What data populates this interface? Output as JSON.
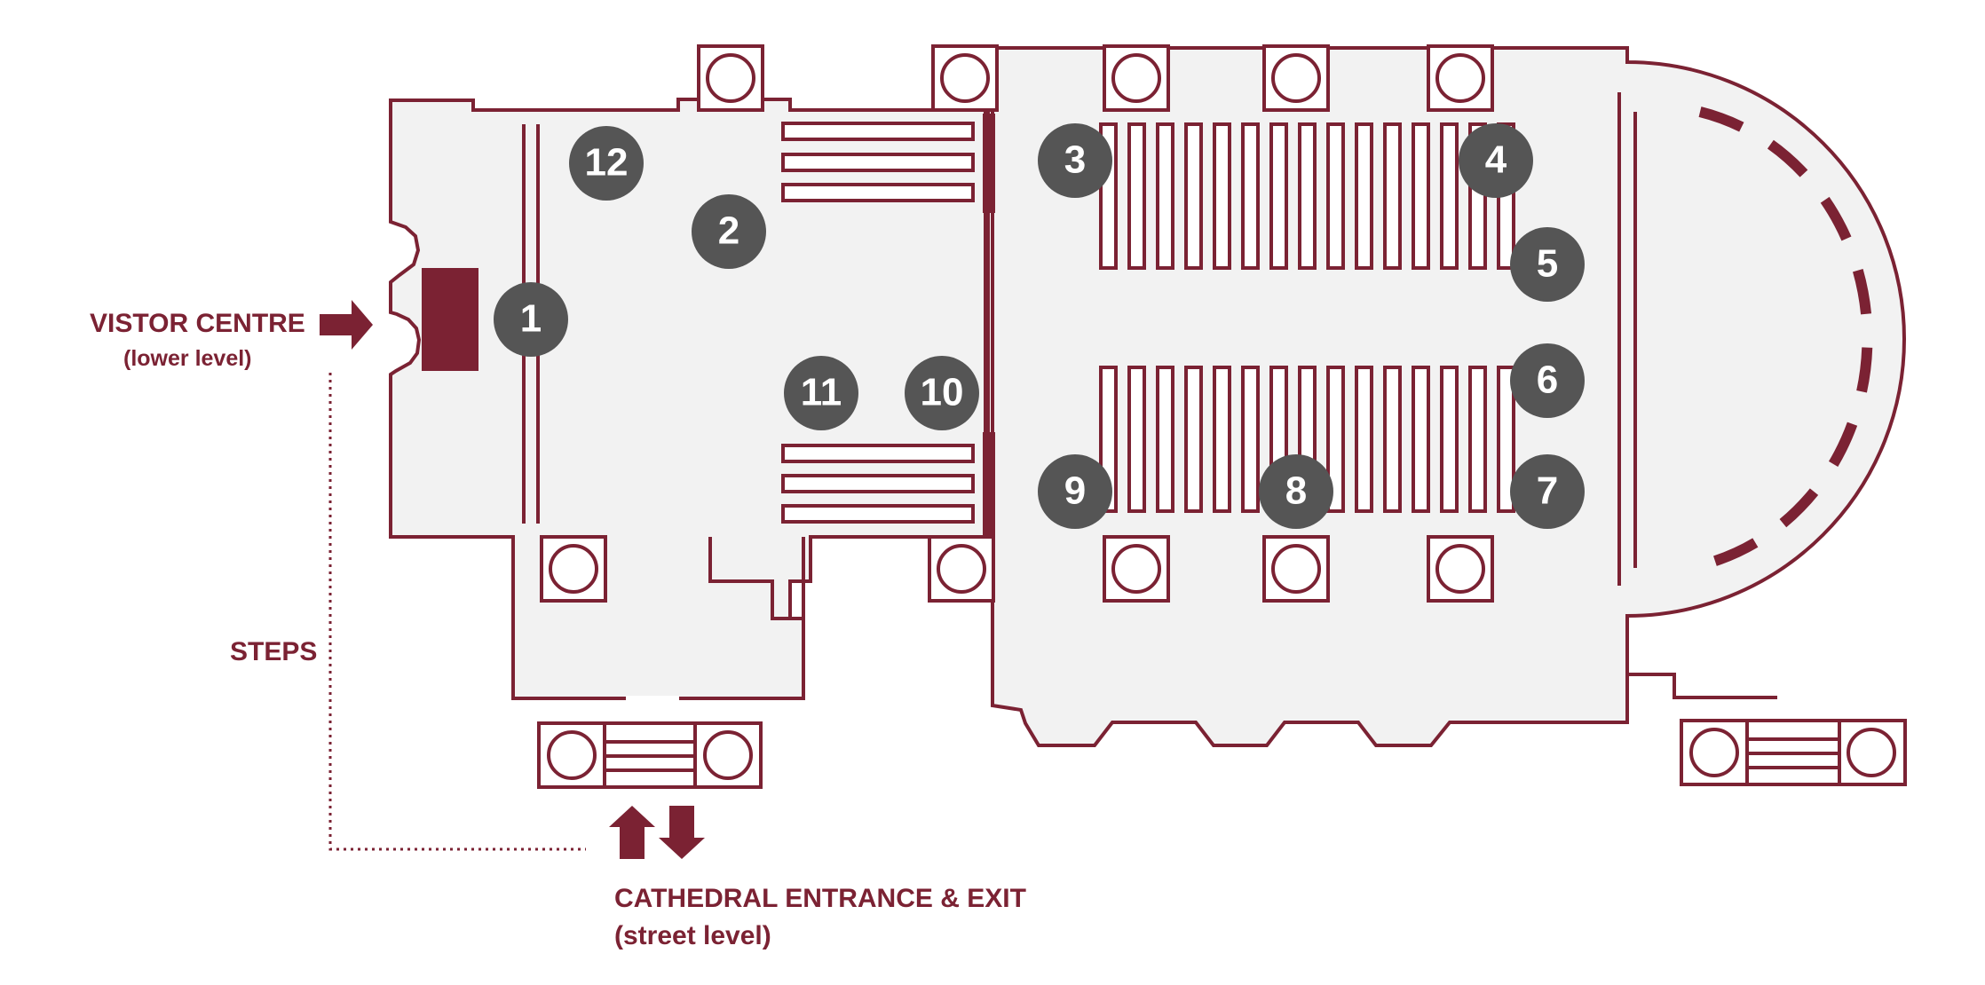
{
  "labels": {
    "visitor_centre_title": "VISTOR CENTRE",
    "visitor_centre_sub": "(lower level)",
    "steps": "STEPS",
    "entrance_title": "CATHEDRAL ENTRANCE & EXIT",
    "entrance_sub": "(street level)"
  },
  "markers": [
    "1",
    "2",
    "3",
    "4",
    "5",
    "6",
    "7",
    "8",
    "9",
    "10",
    "11",
    "12"
  ],
  "colors": {
    "wall": "#7b2233",
    "floor": "#f2f2f2",
    "marker": "#555555",
    "marker_text": "#ffffff"
  }
}
